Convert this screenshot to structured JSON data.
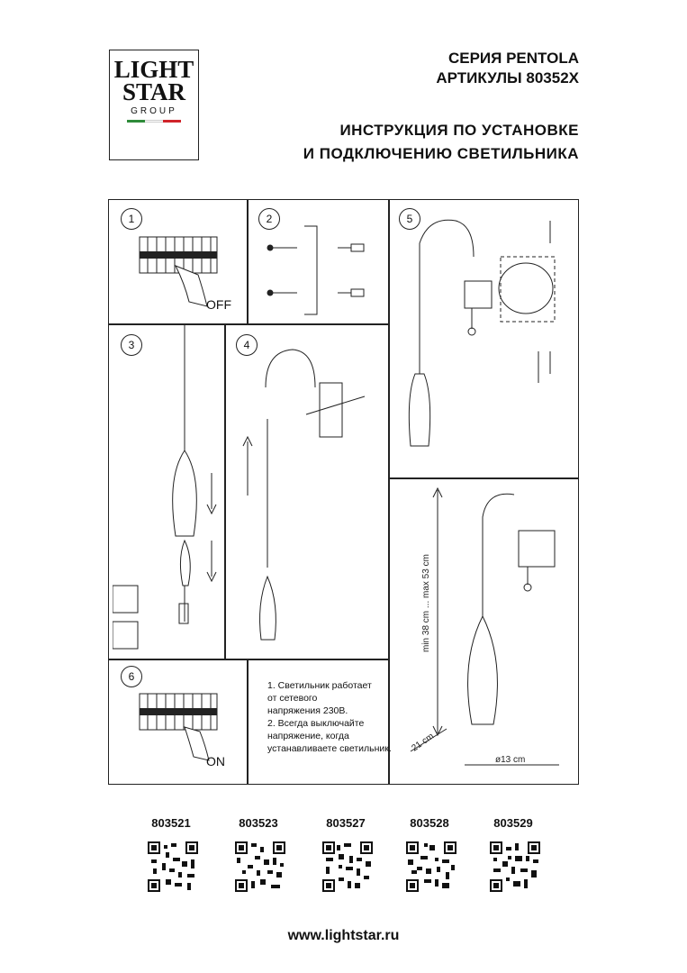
{
  "logo": {
    "line1": "LIGHT",
    "line2": "STAR",
    "line3": "GROUP"
  },
  "header": {
    "series": "СЕРИЯ PENTOLA",
    "articles": "АРТИКУЛЫ 80352X",
    "title_line1": "ИНСТРУКЦИЯ ПО УСТАНОВКЕ",
    "title_line2": "И ПОДКЛЮЧЕНИЮ СВЕТИЛЬНИКА"
  },
  "steps": {
    "s1": "1",
    "s2": "2",
    "s3": "3",
    "s4": "4",
    "s5": "5",
    "s6": "6",
    "off": "OFF",
    "on": "ON"
  },
  "notes": {
    "n1a": "1. Светильник работает",
    "n1b": "от сетевого",
    "n1c": "напряжения 230В.",
    "n2a": "2. Всегда выключайте",
    "n2b": "напряжение, когда",
    "n2c": "устанавливаете светильник."
  },
  "dimensions": {
    "height": "min 38 cm ... max 53 cm",
    "depth": "21 cm",
    "diameter": "ø13 cm"
  },
  "codes": [
    "803521",
    "803523",
    "803527",
    "803528",
    "803529"
  ],
  "footer": {
    "url": "www.lightstar.ru"
  },
  "colors": {
    "line": "#222222",
    "flag_green": "#2e8b3a",
    "flag_white": "#ffffff",
    "flag_red": "#d0242a"
  }
}
